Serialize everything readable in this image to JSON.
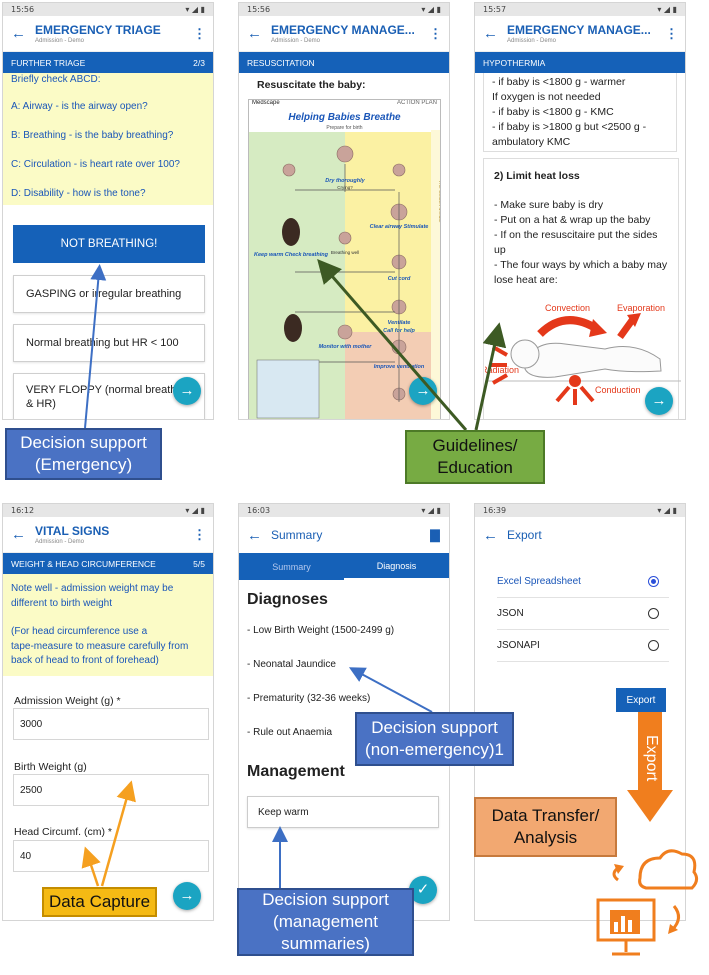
{
  "colors": {
    "primary": "#1561b8",
    "fab": "#1ba4c2",
    "callout_blue": "#4a72c4",
    "callout_green": "#77ab43",
    "callout_yellow": "#f5ba14",
    "callout_orange": "#f2a871",
    "arrow_blue": "#3d6fc4",
    "arrow_green": "#3d5a24",
    "arrow_orange": "#f5a020",
    "export_arrow": "#f07e1e"
  },
  "screen1": {
    "time": "15:56",
    "title": "EMERGENCY TRIAGE",
    "subtitle": "Admission - Demo",
    "section": "FURTHER TRIAGE",
    "page": "2/3",
    "abcd": [
      "Briefly check ABCD:",
      "A: Airway - is the airway open?",
      "B: Breathing - is the baby breathing?",
      "C: Circulation - is heart rate over 100?",
      "D: Disability - how is the tone?"
    ],
    "primary_button": "NOT BREATHING!",
    "options": [
      "GASPING or irregular breathing",
      "Normal breathing but HR < 100",
      "VERY FLOPPY (normal breathing & HR)"
    ]
  },
  "screen2": {
    "time": "15:56",
    "title": "EMERGENCY MANAGE...",
    "subtitle": "Admission - Demo",
    "section": "RESUSCITATION",
    "prompt": "Resuscitate the baby:",
    "chart_brand": "Medscape",
    "chart_header": "ACTION PLAN",
    "chart_title": "Helping Babies Breathe",
    "chart_subtitle": "Prepare for birth",
    "chart_steps": [
      "Dry thoroughly",
      "Crying?",
      "Clear airway Stimulate",
      "Breathing well",
      "Cut cord",
      "Ventilate",
      "Call for help",
      "Improve ventilation",
      "Monitor with mother",
      "Keep warm Check breathing"
    ],
    "side_label": "The Golden Minute"
  },
  "screen3": {
    "time": "15:57",
    "title": "EMERGENCY MANAGE...",
    "subtitle": "Admission - Demo",
    "section": "HYPOTHERMIA",
    "top_text": [
      "- if baby is <1800 g - warmer",
      "If oxygen is not needed",
      "- if baby is <1800 g - KMC",
      "- if baby is >1800 g but <2500 g -",
      "ambulatory KMC"
    ],
    "heading": "2) Limit heat loss",
    "bullets": [
      "- Make sure baby is dry",
      "- Put on a hat & wrap up the baby",
      "- If on the resuscitaire put the sides",
      "up",
      "- The four  ways by which a baby may",
      "lose heat are:"
    ],
    "heat_labels": [
      "Convection",
      "Evaporation",
      "Radiation",
      "Conduction"
    ]
  },
  "screen4": {
    "time": "16:12",
    "title": "VITAL SIGNS",
    "subtitle": "Admission - Demo",
    "section": "WEIGHT & HEAD CIRCUMFERENCE",
    "page": "5/5",
    "note": [
      "Note well - admission weight may be",
      "different to birth weight",
      "",
      "(For head circumference use a",
      "tape-measure to measure carefully from",
      "back of head to front of forehead)"
    ],
    "fields": [
      {
        "label": "Admission Weight (g) *",
        "value": "3000"
      },
      {
        "label": "Birth Weight (g)",
        "value": "2500"
      },
      {
        "label": "Head Circumf. (cm) *",
        "value": "40"
      }
    ]
  },
  "screen5": {
    "time": "16:03",
    "title": "Summary",
    "tabs": [
      "Summary",
      "Diagnosis"
    ],
    "diagnoses_heading": "Diagnoses",
    "diagnoses": [
      "- Low Birth Weight (1500-2499 g)",
      "- Neonatal Jaundice",
      "- Prematurity (32-36 weeks)",
      "- Rule out Anaemia"
    ],
    "management_heading": "Management",
    "management_item": "Keep warm"
  },
  "screen6": {
    "time": "16:39",
    "title": "Export",
    "formats": [
      "Excel Spreadsheet",
      "JSON",
      "JSONAPI"
    ],
    "export_button": "Export"
  },
  "callouts": {
    "emergency": [
      "Decision support",
      "(Emergency)"
    ],
    "guidelines": [
      "Guidelines/",
      "Education"
    ],
    "nonemergency": [
      "Decision support",
      "(non-emergency)1"
    ],
    "datacapture": "Data Capture",
    "management": [
      "Decision support",
      "(management",
      "summaries)"
    ],
    "transfer": [
      "Data Transfer/",
      "Analysis"
    ],
    "export_arrow": "Export"
  }
}
